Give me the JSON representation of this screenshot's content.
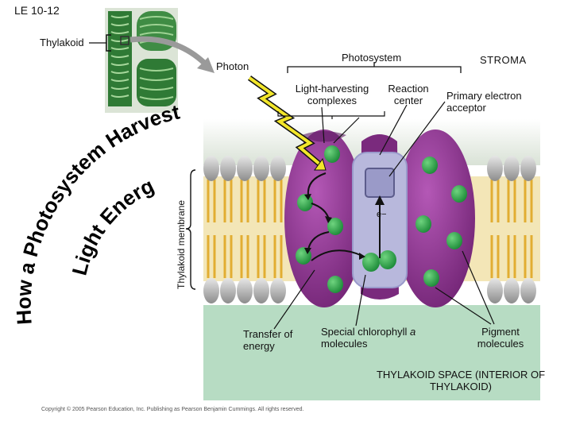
{
  "header": {
    "page_label": "LE 10-12"
  },
  "inset": {
    "thylakoid_label": "Thylakoid"
  },
  "title": {
    "line1": "How a Photosystem Harvests",
    "line2": "Light Energy"
  },
  "labels": {
    "photon": "Photon",
    "photosystem": "Photosystem",
    "stroma": "STROMA",
    "light_harvesting": "Light-harvesting complexes",
    "reaction_center": "Reaction center",
    "primary_acceptor": "Primary electron acceptor",
    "membrane": "Thylakoid membrane",
    "electron": "e−",
    "transfer": "Transfer of energy",
    "special_chl_prefix": "Special chlorophyll ",
    "special_chl_italic": "a",
    "special_chl_suffix": " molecules",
    "pigment": "Pigment molecules",
    "thylakoid_space": "THYLAKOID SPACE (INTERIOR OF THYLAKOID)"
  },
  "footer": {
    "copyright": "Copyright © 2005 Pearson Education, Inc. Publishing as Pearson Benjamin Cummings. All rights reserved."
  },
  "colors": {
    "title_green": "#3e7d34",
    "stroma_bg": "#dfe7dd",
    "space_bg": "#b7dcc3",
    "lipid_head": "#b8b8b8",
    "lipid_tail": "#e2b03a",
    "complex": "#8a2e8c",
    "reaction_center": "#b8b8dc",
    "pigment": "#2aa44a"
  }
}
